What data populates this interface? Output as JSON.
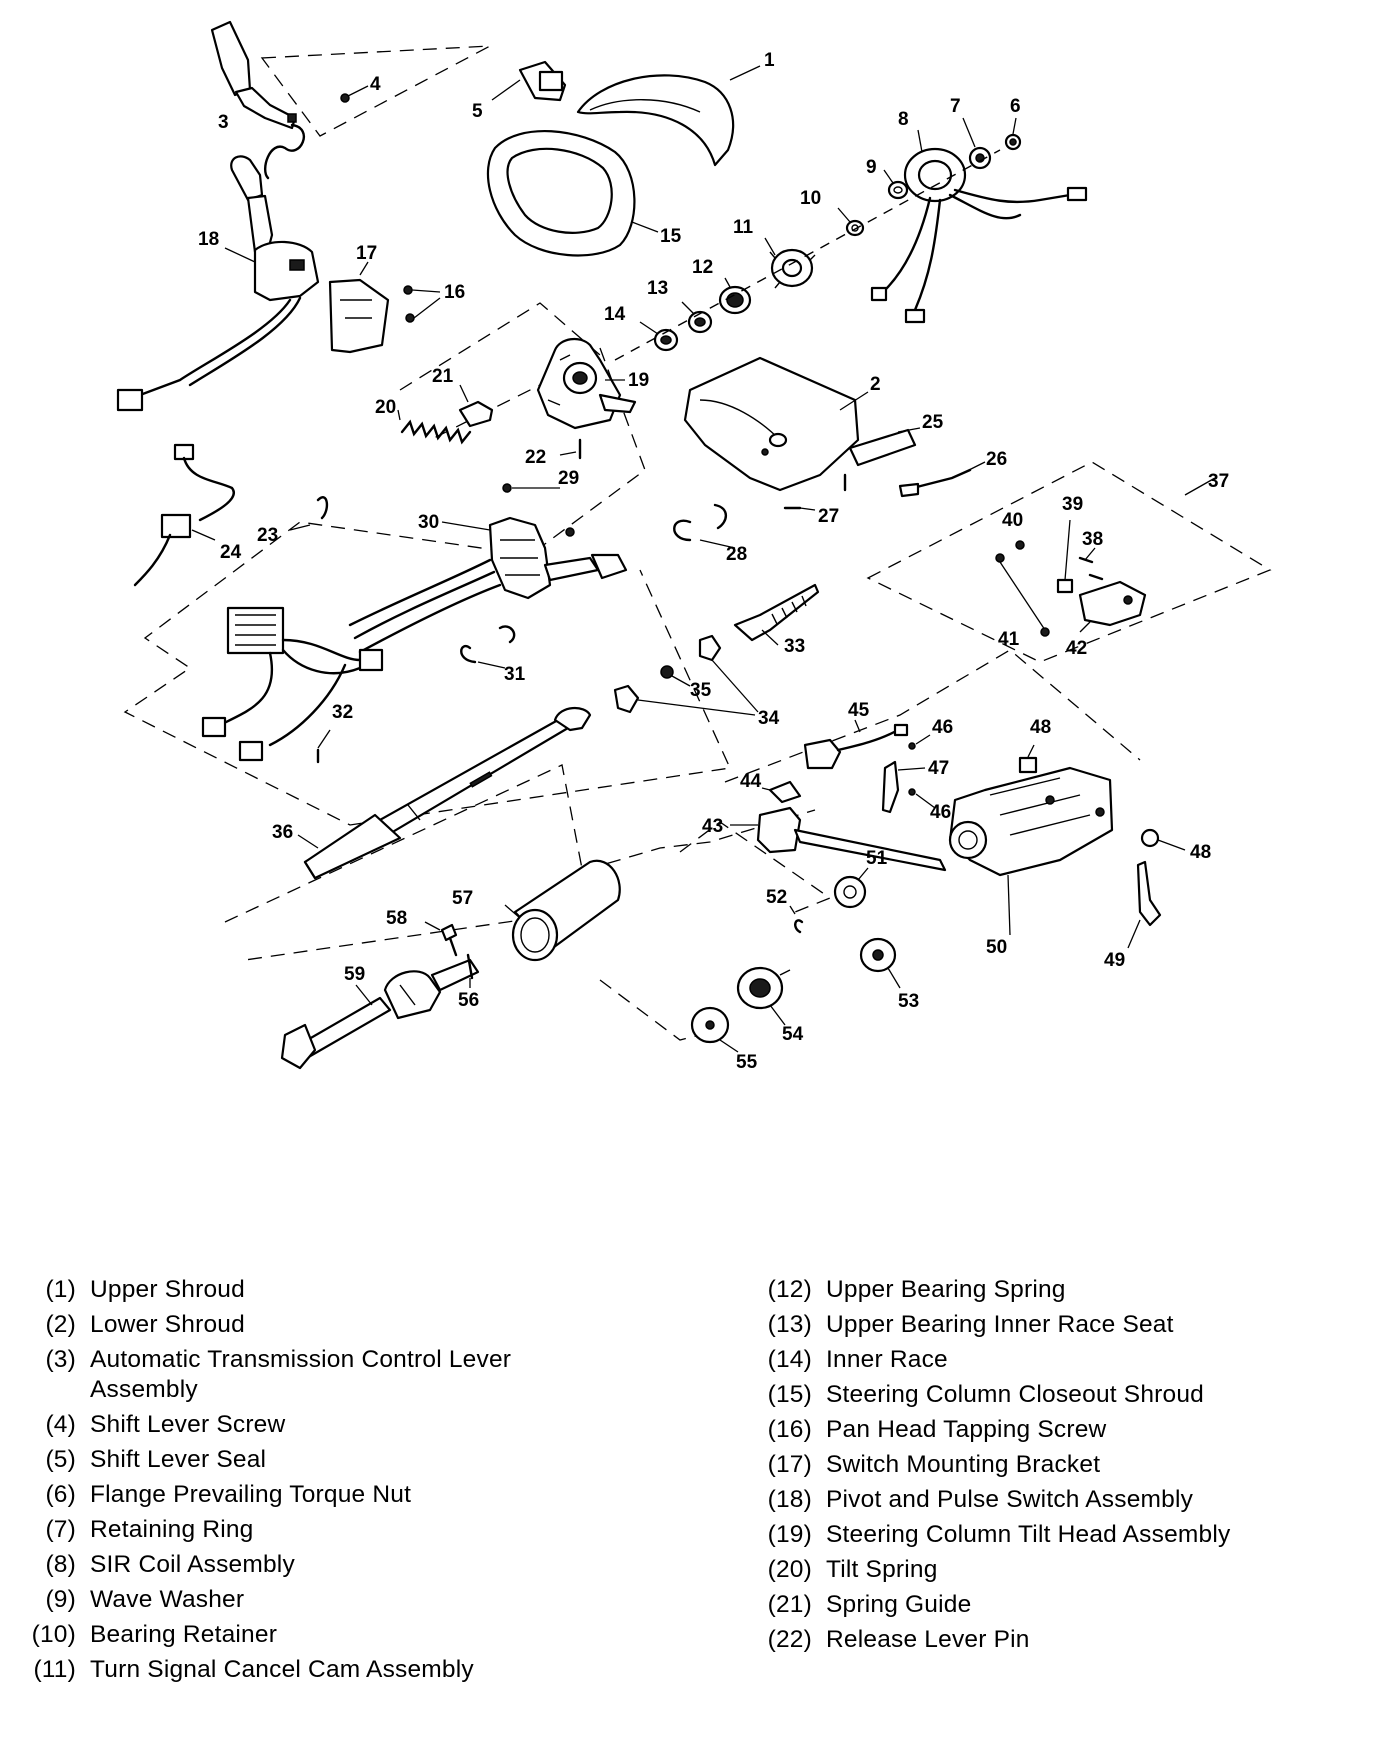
{
  "callouts": [
    "1",
    "2",
    "3",
    "4",
    "5",
    "6",
    "7",
    "8",
    "9",
    "10",
    "11",
    "12",
    "13",
    "14",
    "15",
    "16",
    "17",
    "18",
    "19",
    "20",
    "21",
    "22",
    "23",
    "24",
    "25",
    "26",
    "27",
    "28",
    "29",
    "30",
    "31",
    "32",
    "33",
    "34",
    "35",
    "36",
    "37",
    "38",
    "39",
    "40",
    "41",
    "42",
    "43",
    "44",
    "45",
    "46",
    "46",
    "47",
    "48",
    "48",
    "49",
    "50",
    "51",
    "52",
    "53",
    "54",
    "55",
    "56",
    "57",
    "58",
    "59"
  ],
  "legend": {
    "left": [
      {
        "num": "(1)",
        "text": "Upper Shroud"
      },
      {
        "num": "(2)",
        "text": "Lower Shroud"
      },
      {
        "num": "(3)",
        "text": "Automatic Transmission Control Lever Assembly"
      },
      {
        "num": "(4)",
        "text": "Shift Lever Screw"
      },
      {
        "num": "(5)",
        "text": "Shift Lever Seal"
      },
      {
        "num": "(6)",
        "text": "Flange Prevailing Torque Nut"
      },
      {
        "num": "(7)",
        "text": "Retaining Ring"
      },
      {
        "num": "(8)",
        "text": "SIR Coil Assembly"
      },
      {
        "num": "(9)",
        "text": "Wave Washer"
      },
      {
        "num": "(10)",
        "text": "Bearing Retainer"
      },
      {
        "num": "(11)",
        "text": "Turn Signal Cancel Cam Assembly"
      }
    ],
    "right": [
      {
        "num": "(12)",
        "text": "Upper Bearing Spring"
      },
      {
        "num": "(13)",
        "text": "Upper Bearing Inner Race Seat"
      },
      {
        "num": "(14)",
        "text": "Inner Race"
      },
      {
        "num": "(15)",
        "text": "Steering Column Closeout Shroud"
      },
      {
        "num": "(16)",
        "text": "Pan Head Tapping Screw"
      },
      {
        "num": "(17)",
        "text": "Switch Mounting Bracket"
      },
      {
        "num": "(18)",
        "text": "Pivot and Pulse Switch Assembly"
      },
      {
        "num": "(19)",
        "text": "Steering Column Tilt Head Assembly"
      },
      {
        "num": "(20)",
        "text": "Tilt Spring"
      },
      {
        "num": "(21)",
        "text": "Spring Guide"
      },
      {
        "num": "(22)",
        "text": "Release Lever Pin"
      }
    ]
  }
}
